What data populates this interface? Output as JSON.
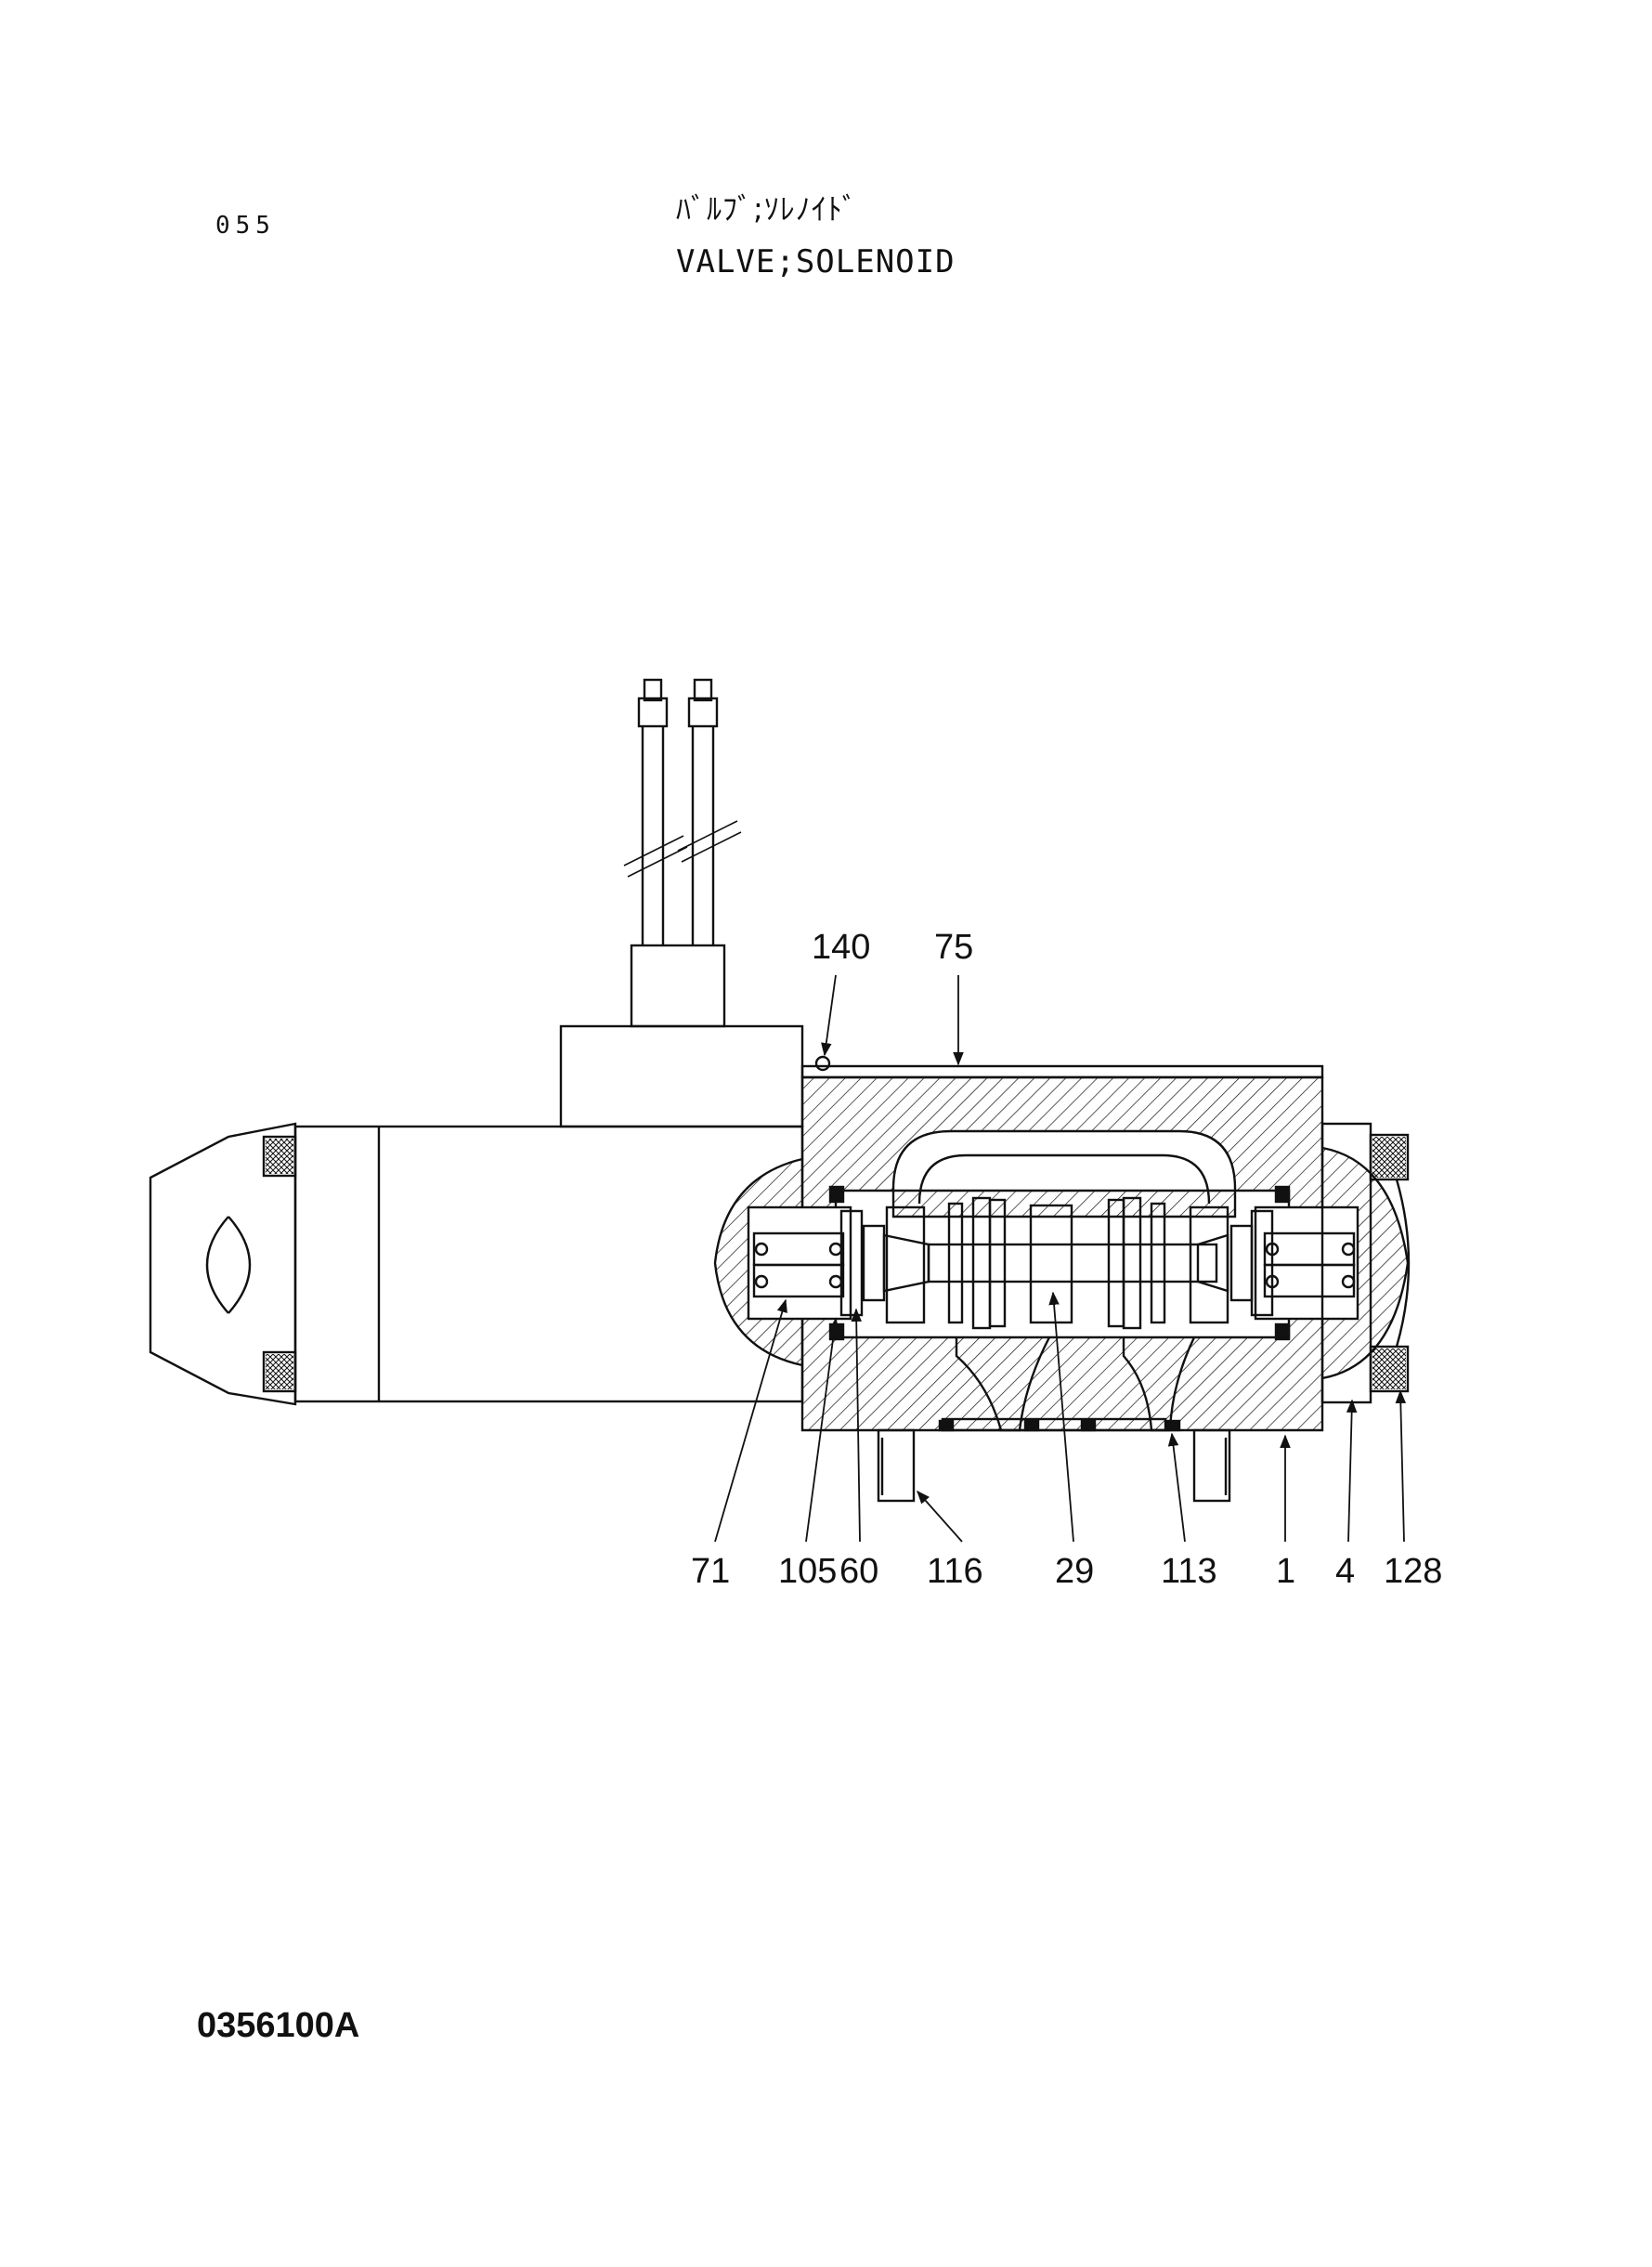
{
  "page_number": "055",
  "title_jp": "ﾊﾞﾙﾌﾞ;ｿﾚﾉｲﾄﾞ",
  "title_en": "VALVE;SOLENOID",
  "drawing_number": "0356100A",
  "callouts": {
    "c140": "140",
    "c75": "75",
    "c71": "71",
    "c105": "105",
    "c60": "60",
    "c116": "116",
    "c29": "29",
    "c113": "113",
    "c1": "1",
    "c4": "4",
    "c128": "128"
  }
}
